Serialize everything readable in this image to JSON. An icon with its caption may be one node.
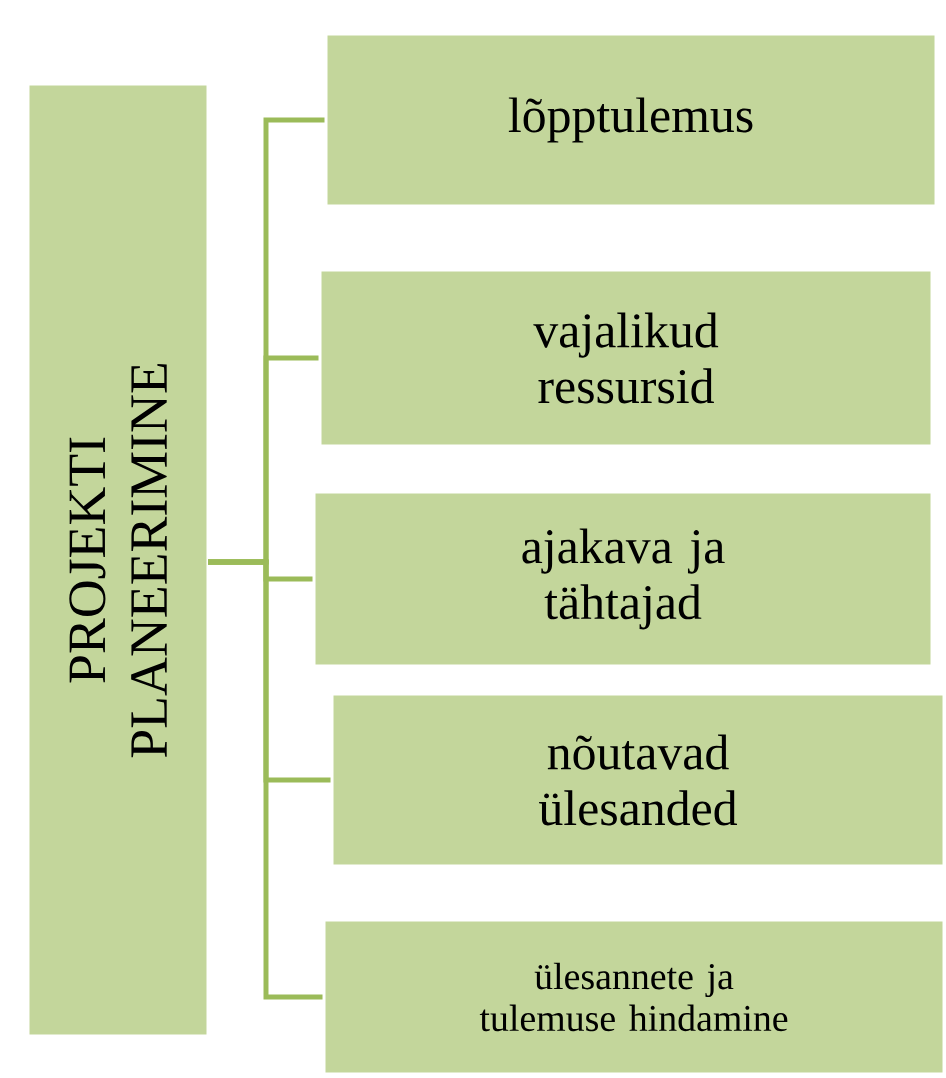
{
  "diagram": {
    "nodes": [
      {
        "text": [
          "PROJEKTI PLANEERIMINE"
        ]
      },
      {
        "text": [
          "lõpptulemus"
        ]
      },
      {
        "text": [
          "vajalikud ressursid"
        ]
      },
      {
        "text": [
          "ajakava ja tähtajad"
        ]
      },
      {
        "text": [
          "nõutavad ülesanded"
        ]
      },
      {
        "text": [
          "ülesannete ja tulemuse hindamine"
        ]
      }
    ],
    "edges": [
      {
        "from": 0,
        "to": 1,
        "arrow": "none"
      },
      {
        "from": 0,
        "to": 2,
        "arrow": "none"
      },
      {
        "from": 0,
        "to": 3,
        "arrow": "none"
      },
      {
        "from": 0,
        "to": 4,
        "arrow": "none"
      },
      {
        "from": 0,
        "to": 5,
        "arrow": "none"
      }
    ]
  }
}
